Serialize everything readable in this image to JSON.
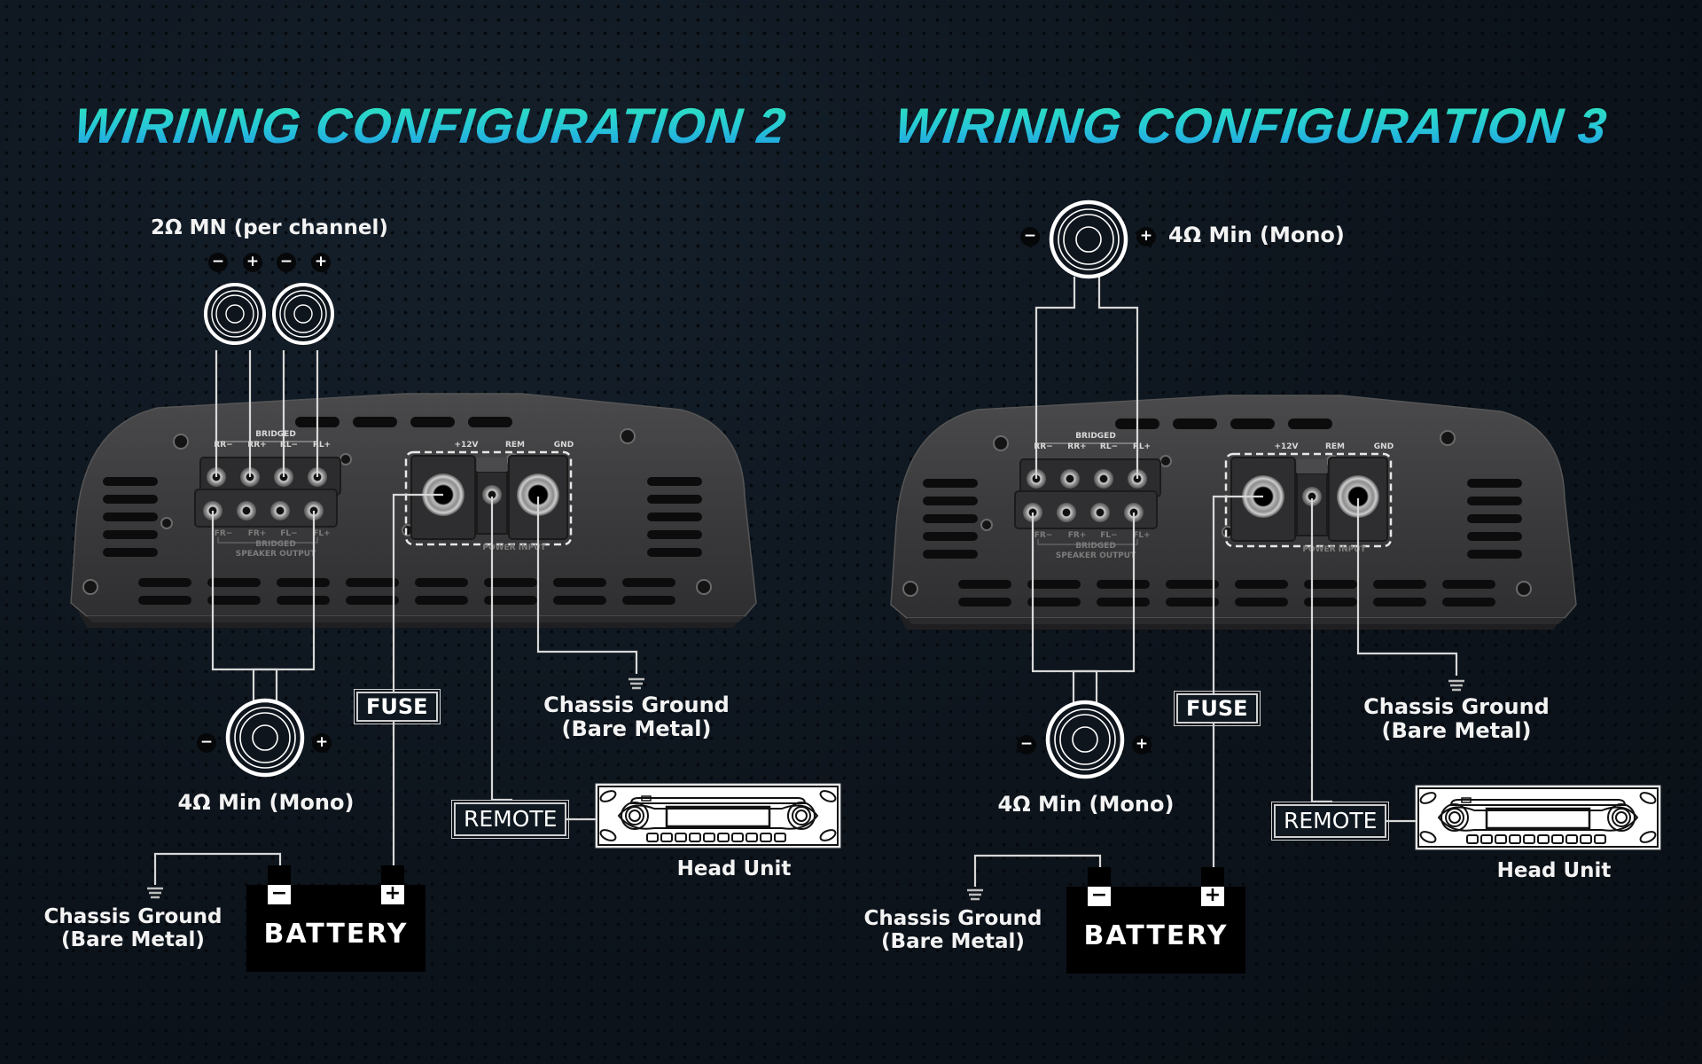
{
  "colors": {
    "background": "#0d141c",
    "title_gradient_top": "#2ee6b8",
    "title_gradient_bottom": "#1f9be6",
    "wire": "#d8d8d8",
    "amplifier_body": "#3a3a3c",
    "battery": "#000000"
  },
  "configurations": [
    {
      "title": "WIRINNG CONFIGURATION 2",
      "top_speakers": {
        "label": "2Ω MN (per channel)",
        "polarity": [
          "−",
          "+",
          "−",
          "+"
        ]
      },
      "bottom_speaker": {
        "label": "4Ω Min (Mono)",
        "minus": "−",
        "plus": "+"
      },
      "amplifier": {
        "bridged_top": "BRIDGED",
        "top_terminals": [
          "RR−",
          "RR+",
          "RL−",
          "RL+"
        ],
        "bottom_terminals": [
          "FR−",
          "FR+",
          "FL−",
          "FL+"
        ],
        "bridged_bottom": "BRIDGED",
        "speaker_output": "SPEAKER OUTPUT",
        "power_terminals": [
          "+12V",
          "REM",
          "GND"
        ],
        "power_input": "POWER INPUT"
      },
      "fuse": "FUSE",
      "remote": "REMOTE",
      "head_unit": "Head Unit",
      "amp_ground": {
        "line1": "Chassis Ground",
        "line2": "(Bare Metal)"
      },
      "battery_ground": {
        "line1": "Chassis Ground",
        "line2": "(Bare Metal)"
      },
      "battery": {
        "label": "BATTERY",
        "minus": "−",
        "plus": "+"
      }
    },
    {
      "title": "WIRINNG CONFIGURATION 3",
      "top_speaker": {
        "label": "4Ω Min (Mono)",
        "minus": "−",
        "plus": "+"
      },
      "bottom_speaker": {
        "label": "4Ω Min (Mono)",
        "minus": "−",
        "plus": "+"
      },
      "amplifier": {
        "bridged_top": "BRIDGED",
        "top_terminals": [
          "RR−",
          "RR+",
          "RL−",
          "RL+"
        ],
        "bottom_terminals": [
          "FR−",
          "FR+",
          "FL−",
          "FL+"
        ],
        "bridged_bottom": "BRIDGED",
        "speaker_output": "SPEAKER OUTPUT",
        "power_terminals": [
          "+12V",
          "REM",
          "GND"
        ],
        "power_input": "POWER INPUT"
      },
      "fuse": "FUSE",
      "remote": "REMOTE",
      "head_unit": "Head Unit",
      "amp_ground": {
        "line1": "Chassis Ground",
        "line2": "(Bare Metal)"
      },
      "battery_ground": {
        "line1": "Chassis Ground",
        "line2": "(Bare Metal)"
      },
      "battery": {
        "label": "BATTERY",
        "minus": "−",
        "plus": "+"
      }
    }
  ]
}
